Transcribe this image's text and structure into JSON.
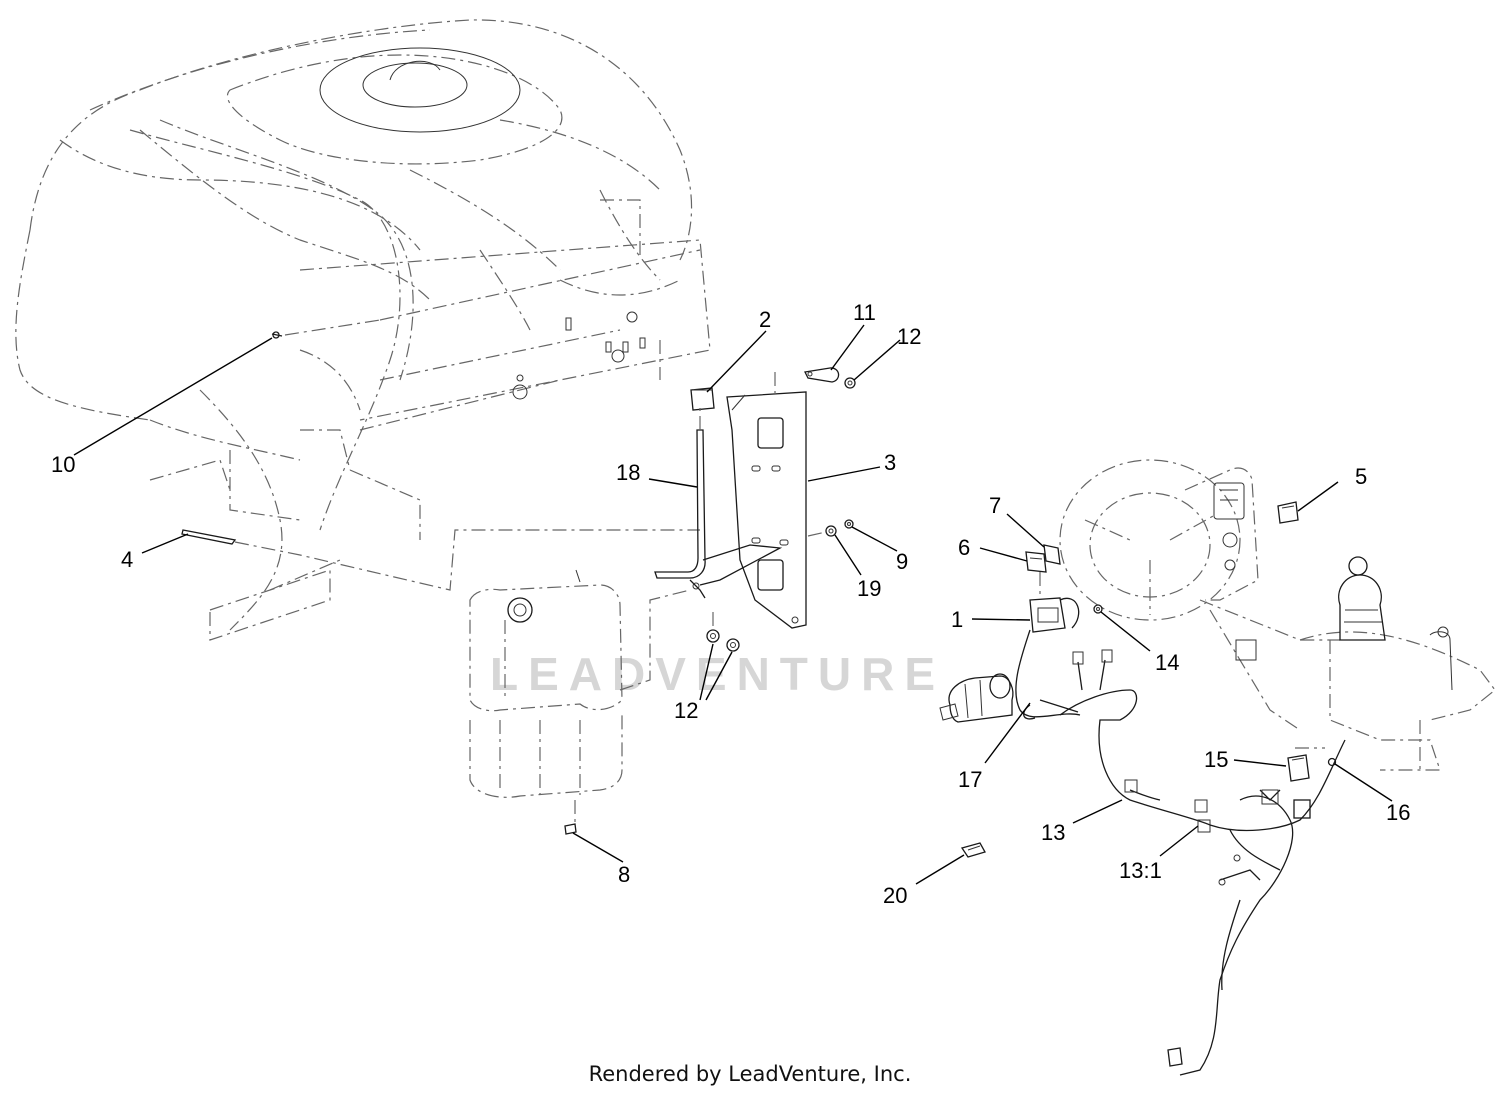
{
  "footer": {
    "credit": "Rendered by LeadVenture, Inc."
  },
  "watermark": {
    "text": "LEADVENTURE"
  },
  "callouts": {
    "c1": "1",
    "c2": "2",
    "c3": "3",
    "c4": "4",
    "c5": "5",
    "c6": "6",
    "c7": "7",
    "c8": "8",
    "c9": "9",
    "c10": "10",
    "c11": "11",
    "c12a": "12",
    "c12b": "12",
    "c13": "13",
    "c13_1": "13:1",
    "c14": "14",
    "c15": "15",
    "c16": "16",
    "c17": "17",
    "c18": "18",
    "c19": "19",
    "c20": "20"
  }
}
